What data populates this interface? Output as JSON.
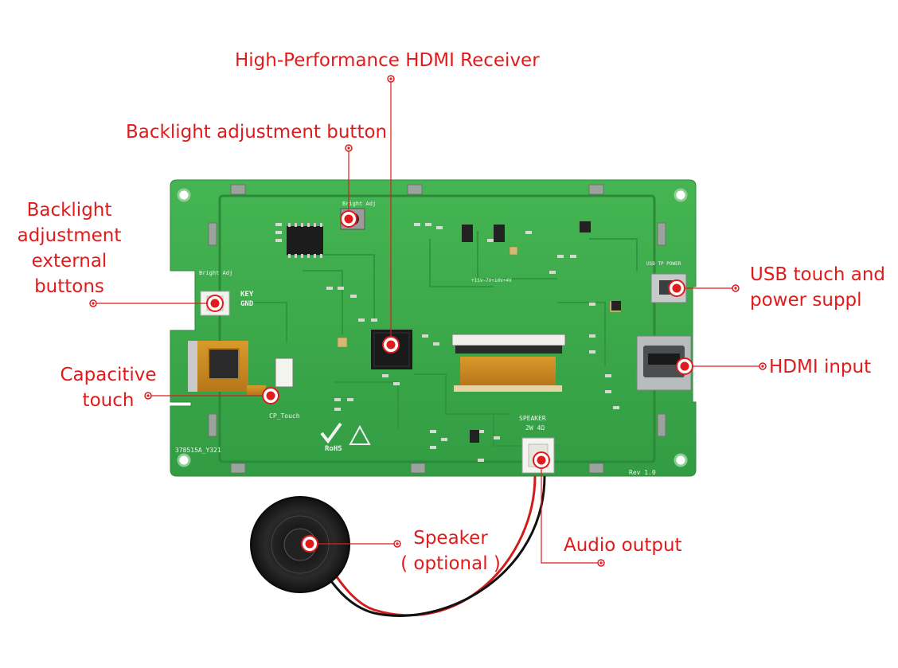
{
  "labels": {
    "hdmi_receiver": "High-Performance HDMI Receiver",
    "backlight_button": "Backlight adjustment button",
    "backlight_external": [
      "Backlight",
      "adjustment",
      "external",
      "buttons"
    ],
    "usb_touch": [
      "USB touch and",
      "power suppl"
    ],
    "hdmi_input": "HDMI input",
    "capacitive_touch": [
      "Capacitive",
      "touch"
    ],
    "speaker": [
      "Speaker",
      "( optional )"
    ],
    "audio_output": "Audio output"
  },
  "board_silkscreen": {
    "bright_adj_top": "Bright Adj",
    "bright_adj_left": "Bright Adj",
    "key": "KEY",
    "gnd": "GND",
    "cp_touch": "CP_Touch",
    "speaker": "SPEAKER",
    "speaker_spec": "2W 4Ω",
    "rohs": "RoHS",
    "part_number": "378515A_Y321",
    "revision": "Rev 1.0",
    "usb_power": "USB TP POWER",
    "voltage": "+15V~7V+10V+4V"
  },
  "colors": {
    "accent_red": "#e01b1b",
    "board_green": "#3aa84a",
    "ffc_gold": "#c8891a"
  }
}
